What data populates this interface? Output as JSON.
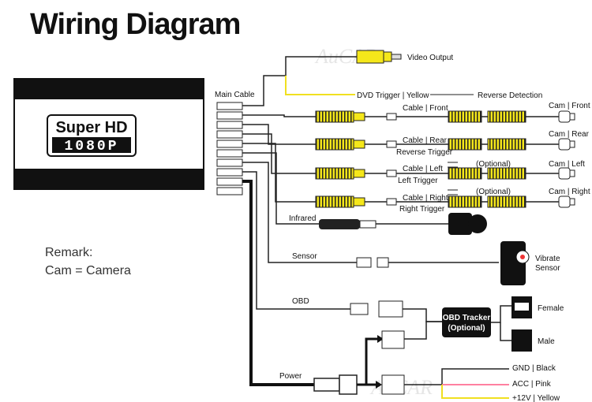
{
  "title": "Wiring Diagram",
  "device": {
    "line1": "Super HD",
    "line2": "1080P"
  },
  "remark": {
    "heading": "Remark:",
    "note": "Cam = Camera"
  },
  "watermark": "AuCAR",
  "labels": {
    "main_cable": "Main Cable",
    "video_output": "Video Output",
    "dvd_trigger": "DVD Trigger | Yellow",
    "reverse_detection": "Reverse Detection",
    "cable_front": "Cable | Front",
    "cable_rear": "Cable | Rear",
    "reverse_trigger": "Reverse Trigger",
    "cable_left": "Cable | Left",
    "left_trigger": "Left Trigger",
    "cable_right": "Cable | Right",
    "right_trigger": "Right Trigger",
    "optional": "(Optional)",
    "cam_front": "Cam | Front",
    "cam_rear": "Cam | Rear",
    "cam_left": "Cam | Left",
    "cam_right": "Cam | Right",
    "infrared": "Infrared",
    "sensor": "Sensor",
    "vibrate_sensor_1": "Vibrate",
    "vibrate_sensor_2": "Sensor",
    "obd": "OBD",
    "obd_tracker_1": "OBD Tracker",
    "obd_tracker_2": "(Optional)",
    "female": "Female",
    "male": "Male",
    "power": "Power",
    "gnd": "GND | Black",
    "acc": "ACC | Pink",
    "plus12v": "+12V | Yellow"
  },
  "colors": {
    "yellow_wire": "#f0e020",
    "pink_wire": "#ff80a0",
    "connector_yellow": "#f5e71a"
  }
}
